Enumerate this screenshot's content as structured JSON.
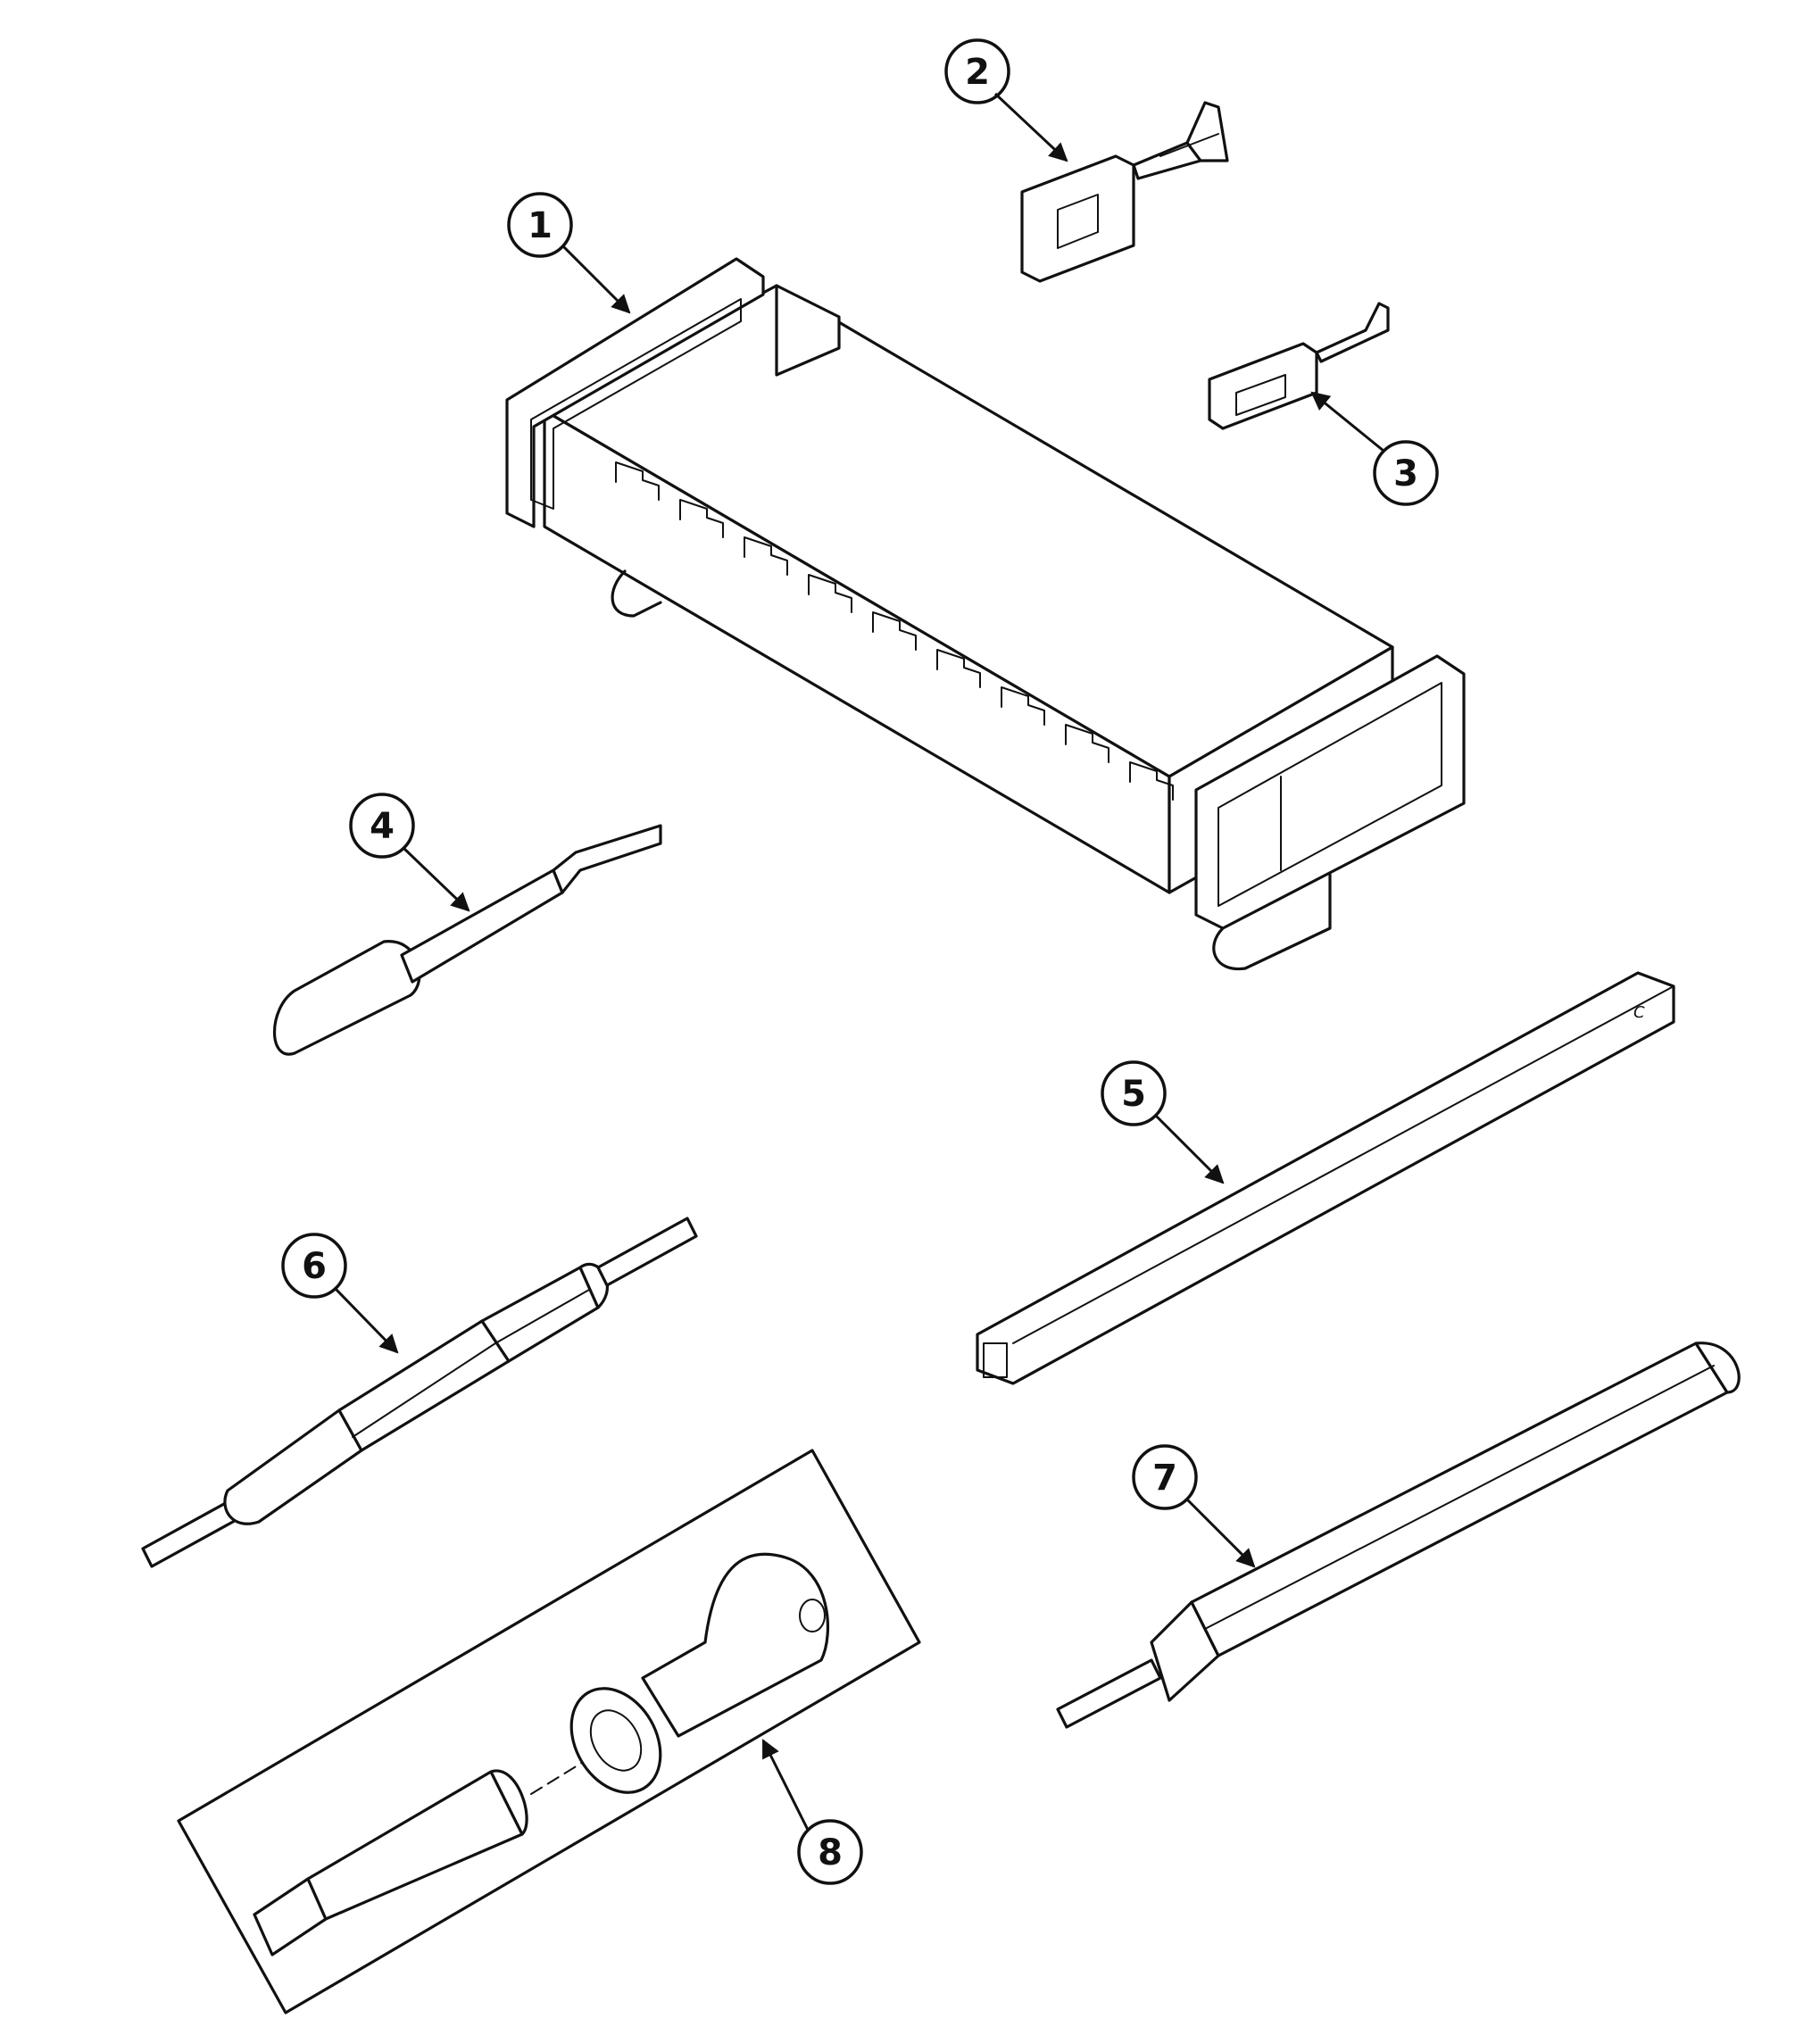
{
  "callouts": {
    "c1": "1",
    "c2": "2",
    "c3": "3",
    "c4": "4",
    "c5": "5",
    "c6": "6",
    "c7": "7",
    "c8": "8"
  },
  "tool5_stamp": "C",
  "colors": {
    "ink": "#111111",
    "paper": "#ffffff"
  }
}
